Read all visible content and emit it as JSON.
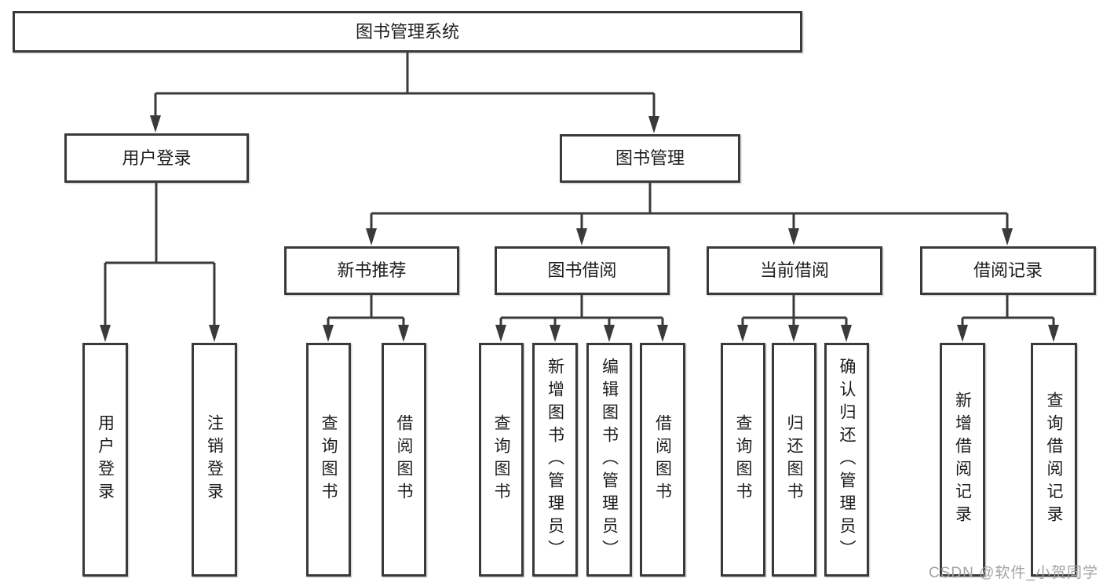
{
  "diagram": {
    "title": "图书管理系统",
    "level1": [
      {
        "label": "用户登录"
      },
      {
        "label": "图书管理"
      }
    ],
    "level2": [
      {
        "label": "新书推荐",
        "parent": "图书管理"
      },
      {
        "label": "图书借阅",
        "parent": "图书管理"
      },
      {
        "label": "当前借阅",
        "parent": "图书管理"
      },
      {
        "label": "借阅记录",
        "parent": "图书管理"
      }
    ],
    "leaves": [
      {
        "label": "用户登录",
        "parent": "用户登录"
      },
      {
        "label": "注销登录",
        "parent": "用户登录"
      },
      {
        "label": "查询图书",
        "parent": "新书推荐"
      },
      {
        "label": "借阅图书",
        "parent": "新书推荐"
      },
      {
        "label": "查询图书",
        "parent": "图书借阅"
      },
      {
        "label": "新增图书（管理员）",
        "parent": "图书借阅"
      },
      {
        "label": "编辑图书（管理员）",
        "parent": "图书借阅"
      },
      {
        "label": "借阅图书",
        "parent": "图书借阅"
      },
      {
        "label": "查询图书",
        "parent": "当前借阅"
      },
      {
        "label": "归还图书",
        "parent": "当前借阅"
      },
      {
        "label": "确认归还（管理员）",
        "parent": "当前借阅"
      },
      {
        "label": "新增借阅记录",
        "parent": "借阅记录"
      },
      {
        "label": "查询借阅记录",
        "parent": "借阅记录"
      }
    ]
  },
  "watermark": "CSDN @软件_小贺同学",
  "colors": {
    "line": "#3a3a3a",
    "text": "#1d1d1f",
    "background": "#ffffff",
    "watermark": "#a3a3a3"
  }
}
